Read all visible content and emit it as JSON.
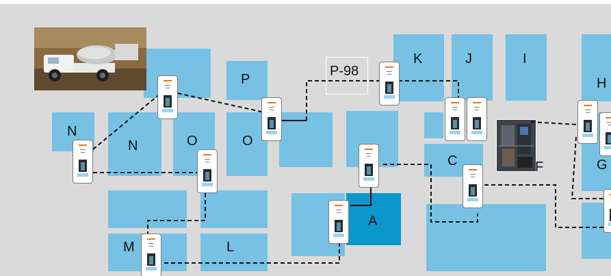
{
  "zones": {
    "k": "K",
    "j": "J",
    "i": "I",
    "h": "H",
    "p": "P",
    "p98": "P-98",
    "n_left": "N",
    "n": "N",
    "o_left": "O",
    "o": "O",
    "c": "C",
    "f": "F",
    "g": "G",
    "a": "A",
    "m": "M",
    "l": "L"
  },
  "colors": {
    "background": "#dadada",
    "block": "#77c1e4",
    "highlight_block": "#0a98cc",
    "connector": "#111111"
  },
  "icons": {
    "device": "wall-mounted-sanitizer-dispenser",
    "truck_photo": "tanker-truck-photo",
    "machine_photo": "industrial-machine-photo"
  }
}
